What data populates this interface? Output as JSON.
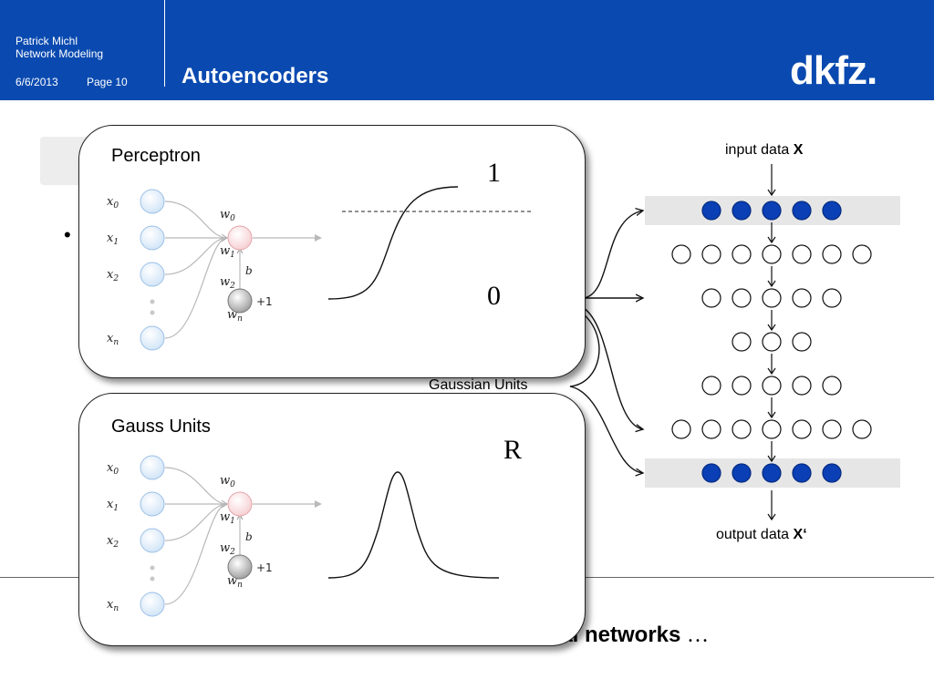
{
  "header": {
    "author": "Patrick Michl",
    "subject": "Network Modeling",
    "date": "6/6/2013",
    "page": "Page 10",
    "title": "Autoencoders",
    "logo_text": "dkfz."
  },
  "colors": {
    "header_bg": "#0a4ab0",
    "node_filled": "#0a3fb5",
    "layer_band": "#e6e6e6",
    "input_node": "#cfe3f7",
    "sum_node": "#f6cdd0",
    "bias_node": "#9a9a9a"
  },
  "slide": {
    "bullet": "•",
    "bottom_text": "onal networks",
    "bottom_ellipsis": "…"
  },
  "cards": [
    {
      "title": "Perceptron",
      "activation": "sigmoid",
      "upper_label": "1",
      "lower_label": "0",
      "inputs": [
        "x0",
        "x1",
        "x2",
        "xn"
      ],
      "weights": [
        "w0",
        "w1",
        "w2",
        "wn"
      ],
      "bias_label": "b",
      "bias_input": "+1"
    },
    {
      "title": "Gauss Units",
      "activation": "gaussian",
      "upper_label": "R",
      "inputs": [
        "x0",
        "x1",
        "x2",
        "xn"
      ],
      "weights": [
        "w0",
        "w1",
        "w2",
        "wn"
      ],
      "bias_label": "b",
      "bias_input": "+1"
    }
  ],
  "network": {
    "input_label": "input data ",
    "input_symbol": "X",
    "output_label": "output data ",
    "output_symbol": "X‘",
    "gaussian_label": "Gaussian Units",
    "layers": [
      {
        "nodes": 5,
        "filled": true
      },
      {
        "nodes": 7,
        "filled": false
      },
      {
        "nodes": 5,
        "filled": false
      },
      {
        "nodes": 3,
        "filled": false
      },
      {
        "nodes": 5,
        "filled": false
      },
      {
        "nodes": 7,
        "filled": false
      },
      {
        "nodes": 5,
        "filled": true
      }
    ]
  }
}
